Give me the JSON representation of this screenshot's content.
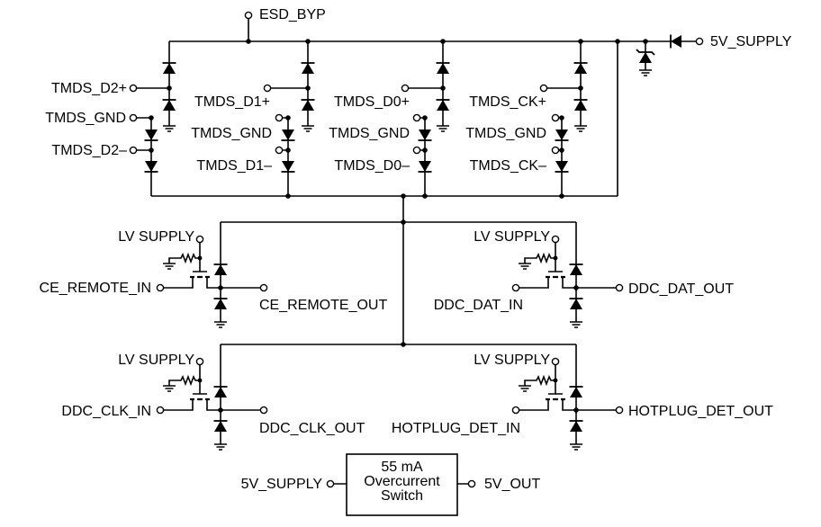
{
  "esd_byp": "ESD_BYP",
  "supply_in": "5V_SUPPLY",
  "tmds": [
    {
      "plus": "TMDS_D2+",
      "gnd": "TMDS_GND",
      "minus": "TMDS_D2–"
    },
    {
      "plus": "TMDS_D1+",
      "gnd": "TMDS_GND",
      "minus": "TMDS_D1–"
    },
    {
      "plus": "TMDS_D0+",
      "gnd": "TMDS_GND",
      "minus": "TMDS_D0–"
    },
    {
      "plus": "TMDS_CK+",
      "gnd": "TMDS_GND",
      "minus": "TMDS_CK–"
    }
  ],
  "channels": [
    {
      "supply": "LV SUPPLY",
      "input": "CE_REMOTE_IN",
      "output": "CE_REMOTE_OUT"
    },
    {
      "supply": "LV SUPPLY",
      "input": "DDC_DAT_IN",
      "output": "DDC_DAT_OUT"
    },
    {
      "supply": "LV SUPPLY",
      "input": "DDC_CLK_IN",
      "output": "DDC_CLK_OUT"
    },
    {
      "supply": "LV SUPPLY",
      "input": "HOTPLUG_DET_IN",
      "output": "HOTPLUG_DET_OUT"
    }
  ],
  "overcurrent_switch": {
    "rating": "55 mA",
    "line1": "Overcurrent",
    "line2": "Switch",
    "input": "5V_SUPPLY",
    "output": "5V_OUT"
  }
}
